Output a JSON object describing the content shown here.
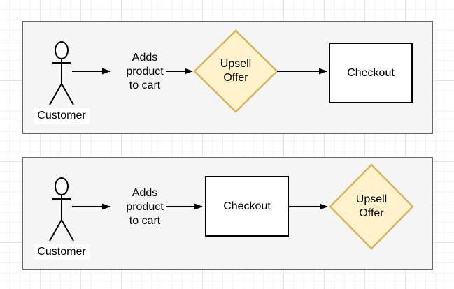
{
  "canvas": {
    "background": "#ffffff",
    "grid_minor_color": "#f2f2f2",
    "grid_major_color": "#e3e3e3"
  },
  "styles": {
    "container_fill": "#f5f5f5",
    "container_border": "#666666",
    "decision_fill": "#fff2cc",
    "decision_border": "#d6b656",
    "process_fill": "#ffffff",
    "process_border": "#000000",
    "connector_color": "#000000",
    "text_color": "#000000"
  },
  "diagrams": [
    {
      "id": "upsell-before-checkout",
      "actor_label": "Customer",
      "edge_label": "Adds product to cart",
      "decision_label": "Upsell Offer",
      "process_label": "Checkout"
    },
    {
      "id": "upsell-after-checkout",
      "actor_label": "Customer",
      "edge_label": "Adds product to cart",
      "process_label": "Checkout",
      "decision_label": "Upsell Offer"
    }
  ]
}
